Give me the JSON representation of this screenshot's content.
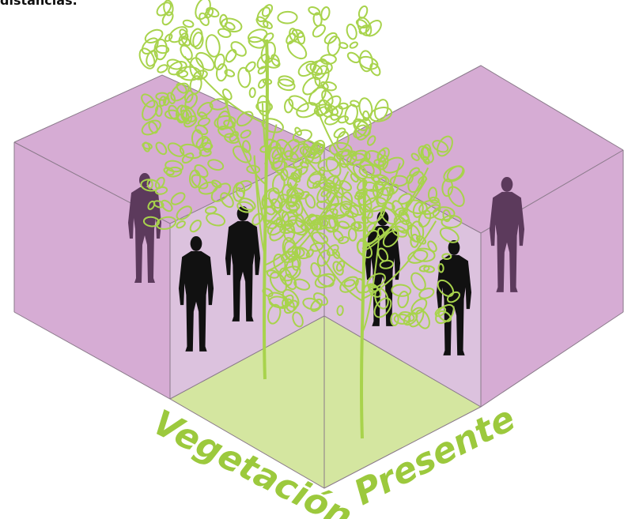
{
  "caption": "distancias.",
  "labels": {
    "left": "Vegetación",
    "right": "Presente"
  },
  "colors": {
    "wall_outer": "#d6acd4",
    "wall_inner": "#dcc2de",
    "floor": "#d4e6a0",
    "tree": "#a8d34c",
    "label": "#9cc93d",
    "person_dark": "#111111",
    "person_muted": "#5c3a5c",
    "edge": "#8a7a8a"
  },
  "figures": [
    {
      "name": "person-outer-left",
      "shade": "muted"
    },
    {
      "name": "person-inner-left-front",
      "shade": "dark"
    },
    {
      "name": "person-inner-left-back",
      "shade": "dark"
    },
    {
      "name": "person-inner-right-back",
      "shade": "dark"
    },
    {
      "name": "person-inner-right-front",
      "shade": "dark"
    },
    {
      "name": "person-outer-right",
      "shade": "muted"
    }
  ]
}
